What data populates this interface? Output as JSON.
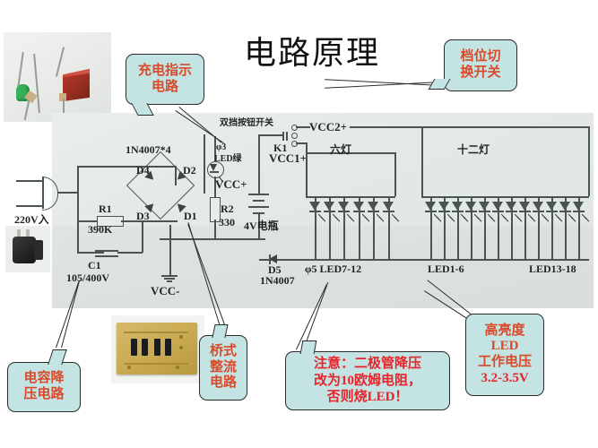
{
  "title": "电路原理",
  "schematic": {
    "labels": {
      "ac_input": "220V入",
      "r1": "R1",
      "r1_value": "390K",
      "c1": "C1",
      "c1_value": "105/400V",
      "bridge_part": "1N4007*4",
      "d1": "D1",
      "d2": "D2",
      "d3": "D3",
      "d4": "D4",
      "vcc_minus": "VCC-",
      "led_indicator_size": "φ3",
      "led_indicator": "LED绿",
      "r2": "R2",
      "r2_value": "330",
      "vcc_plus": "VCC+",
      "battery": "4V电瓶",
      "switch_name": "双挡按钮开关",
      "k1": "K1",
      "vcc1_plus": "VCC1+",
      "vcc2_plus": "VCC2+",
      "six_lamps": "六灯",
      "twelve_lamps": "十二灯",
      "d5": "D5",
      "d5_part": "1N4007",
      "led_group_7_12": "φ5 LED7-12",
      "led_group_1_6": "LED1-6",
      "led_group_13_18": "LED13-18"
    }
  },
  "callouts": {
    "charging_indicator": {
      "lines": [
        "充电指示",
        "电路"
      ]
    },
    "gear_switch": {
      "lines": [
        "档位切",
        "换开关"
      ]
    },
    "capacitor_stepdown": {
      "lines": [
        "电容降",
        "压电路"
      ]
    },
    "bridge_rectifier": {
      "lines": [
        "桥式",
        "整流",
        "电路"
      ]
    },
    "warning": {
      "lines": [
        "注意：二极管降压",
        "改为10欧姆电阻，",
        "否则烧LED！"
      ]
    },
    "led_spec": {
      "lines": [
        "高亮度",
        "LED",
        "工作电压",
        "3.2-3.5V"
      ]
    }
  },
  "colors": {
    "callout_bg": "#c3e4e3",
    "callout_text": "#d94a2a",
    "warning_text": "#e8232a",
    "wire": "#4a5550"
  }
}
